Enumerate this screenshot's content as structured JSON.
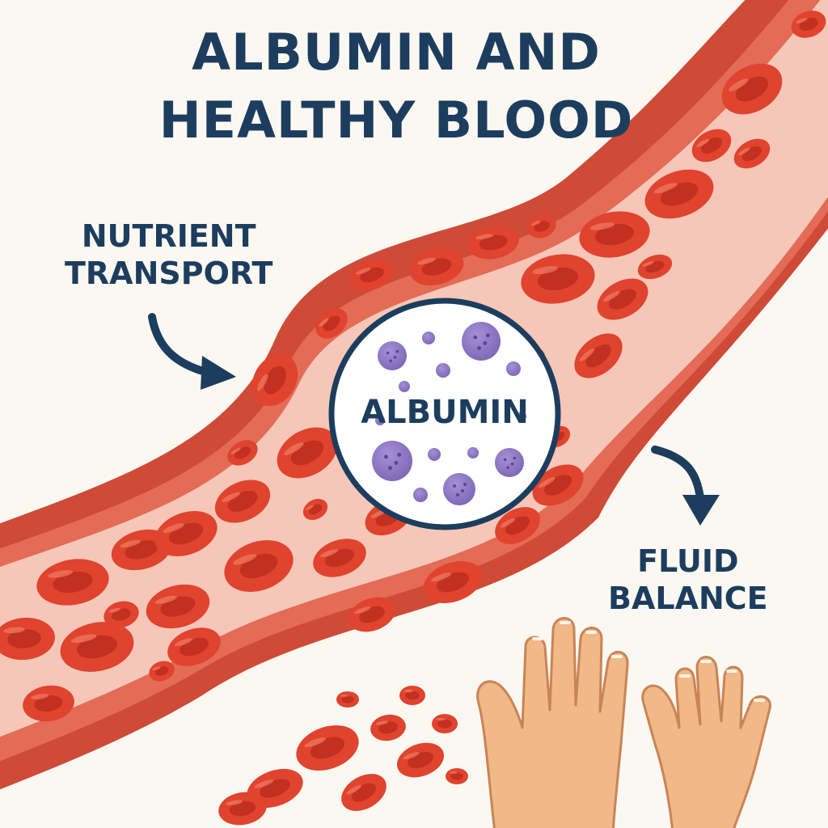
{
  "title": {
    "line1": "ALBUMIN AND",
    "line2": "HEALTHY BLOOD"
  },
  "labels": {
    "nutrient_transport": [
      "NUTRIENT",
      "TRANSPORT"
    ],
    "albumin": "ALBUMIN",
    "fluid_balance": [
      "FLUID",
      "BALANCE"
    ]
  },
  "colors": {
    "title_text": "#1d3d5e",
    "vessel_wall": "#cf4a37",
    "vessel_inner": "#f6c7b8",
    "red_cell": "#e0432e",
    "albumin_particle": "#8b74bf",
    "hand_skin": "#f1b888",
    "background": "#fbf8f2"
  },
  "icons": [
    "blood-vessel",
    "red-blood-cell",
    "albumin-particle",
    "curved-arrow",
    "hand"
  ]
}
